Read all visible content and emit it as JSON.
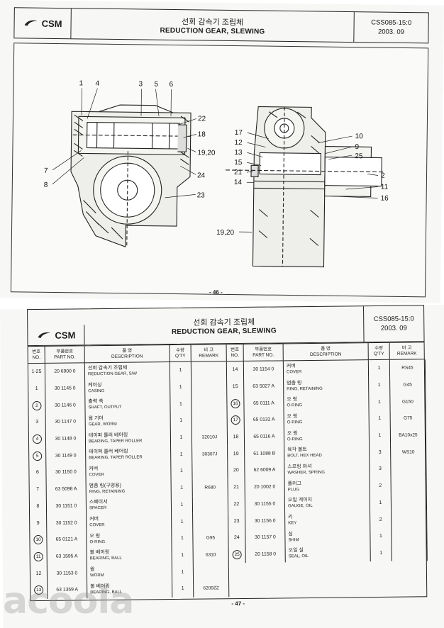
{
  "header": {
    "brand": "CSM",
    "title_ko": "선회 감속기 조립체",
    "title_en": "REDUCTION GEAR, SLEWING",
    "code": "CSS085-15:0",
    "date": "2003. 09"
  },
  "top_page": {
    "page_number": "- 46 -",
    "callouts": [
      "1",
      "4",
      "3",
      "5",
      "6",
      "22",
      "18",
      "19,20",
      "24",
      "23",
      "7",
      "8",
      "17",
      "12",
      "13",
      "15",
      "21",
      "14",
      "10",
      "9",
      "25",
      "2",
      "11",
      "16",
      "19,20"
    ]
  },
  "bottom_page": {
    "page_number": "- 47 -",
    "columns": {
      "no_ko": "번호",
      "no_en": "NO.",
      "part_ko": "부품번호",
      "part_en": "PART NO.",
      "desc_ko": "품 명",
      "desc_en": "DESCRIPTION",
      "qty_ko": "수량",
      "qty_en": "Q'TY",
      "rem_ko": "비 고",
      "rem_en": "REMARK"
    },
    "left_rows": [
      {
        "no": "1-25",
        "circled": false,
        "part": "20 6900 0",
        "ko": "선회 감속기 조립체",
        "en": "REDUCTION GEAR, S/W",
        "qty": "1",
        "rem": ""
      },
      {
        "no": "1",
        "circled": false,
        "part": "30 1145 0",
        "ko": "케이싱",
        "en": "CASING",
        "qty": "1",
        "rem": ""
      },
      {
        "no": "2",
        "circled": true,
        "part": "30 1146 0",
        "ko": "출력 축",
        "en": "SHAFT, OUTPUT",
        "qty": "1",
        "rem": ""
      },
      {
        "no": "3",
        "circled": false,
        "part": "30 1147 0",
        "ko": "웜 기어",
        "en": "GEAR, WORM",
        "qty": "1",
        "rem": ""
      },
      {
        "no": "4",
        "circled": true,
        "part": "30 1148 0",
        "ko": "테이퍼 롤러 베어링",
        "en": "BEARING, TAPER ROLLER",
        "qty": "1",
        "rem": "32010J"
      },
      {
        "no": "5",
        "circled": true,
        "part": "30 1149 0",
        "ko": "테이퍼 롤러 베어링",
        "en": "BEARING, TAPER ROLLER",
        "qty": "1",
        "rem": "30307J"
      },
      {
        "no": "6",
        "circled": false,
        "part": "30 1150 0",
        "ko": "커버",
        "en": "COVER",
        "qty": "1",
        "rem": ""
      },
      {
        "no": "7",
        "circled": false,
        "part": "63 5098 A",
        "ko": "멈춤 링(구멍용)",
        "en": "RING, RETAINING",
        "qty": "1",
        "rem": "R680"
      },
      {
        "no": "8",
        "circled": false,
        "part": "30 1151 0",
        "ko": "스페이서",
        "en": "SPACER",
        "qty": "1",
        "rem": ""
      },
      {
        "no": "9",
        "circled": false,
        "part": "30 1152 0",
        "ko": "커버",
        "en": "COVER",
        "qty": "1",
        "rem": ""
      },
      {
        "no": "10",
        "circled": true,
        "part": "65 0121 A",
        "ko": "오 링",
        "en": "O-RING",
        "qty": "1",
        "rem": "G95"
      },
      {
        "no": "11",
        "circled": true,
        "part": "63 1595 A",
        "ko": "볼 베어링",
        "en": "BEARING, BALL",
        "qty": "1",
        "rem": "6310"
      },
      {
        "no": "12",
        "circled": false,
        "part": "30 1153 0",
        "ko": "웜",
        "en": "WORM",
        "qty": "1",
        "rem": ""
      },
      {
        "no": "13",
        "circled": true,
        "part": "63 1359 A",
        "ko": "볼 베어링",
        "en": "BEARING, BALL",
        "qty": "1",
        "rem": "6209ZZ"
      }
    ],
    "right_rows": [
      {
        "no": "14",
        "circled": false,
        "part": "30 1154 0",
        "ko": "커버",
        "en": "COVER",
        "qty": "1",
        "rem": "RS45"
      },
      {
        "no": "15",
        "circled": false,
        "part": "63 5027 A",
        "ko": "멈춤 링",
        "en": "RING, RETAINING",
        "qty": "1",
        "rem": "G45"
      },
      {
        "no": "16",
        "circled": true,
        "part": "65 0111 A",
        "ko": "오 링",
        "en": "O-RING",
        "qty": "1",
        "rem": "G150"
      },
      {
        "no": "17",
        "circled": true,
        "part": "65 0132 A",
        "ko": "오 링",
        "en": "O-RING",
        "qty": "1",
        "rem": "G75"
      },
      {
        "no": "18",
        "circled": false,
        "part": "65 0116 A",
        "ko": "오 링",
        "en": "O-RING",
        "qty": "1",
        "rem": "BA10x25"
      },
      {
        "no": "19",
        "circled": false,
        "part": "61 1088 B",
        "ko": "육각 볼트",
        "en": "BOLT, HEX HEAD",
        "qty": "3",
        "rem": "WS10"
      },
      {
        "no": "20",
        "circled": false,
        "part": "62 6009 A",
        "ko": "스프링 와셔",
        "en": "WASHER, SPRING",
        "qty": "3",
        "rem": ""
      },
      {
        "no": "21",
        "circled": false,
        "part": "20 1002 0",
        "ko": "플러그",
        "en": "PLUG",
        "qty": "2",
        "rem": ""
      },
      {
        "no": "22",
        "circled": false,
        "part": "30 1155 0",
        "ko": "오일 게이지",
        "en": "GAUGE, OIL",
        "qty": "1",
        "rem": ""
      },
      {
        "no": "23",
        "circled": false,
        "part": "30 1156 0",
        "ko": "키",
        "en": "KEY",
        "qty": "2",
        "rem": ""
      },
      {
        "no": "24",
        "circled": false,
        "part": "30 1157 0",
        "ko": "심",
        "en": "SHIM",
        "qty": "1",
        "rem": ""
      },
      {
        "no": "25",
        "circled": true,
        "part": "20 1158 0",
        "ko": "오일 실",
        "en": "SEAL, OIL",
        "qty": "1",
        "rem": ""
      }
    ]
  },
  "watermark": "acoola"
}
